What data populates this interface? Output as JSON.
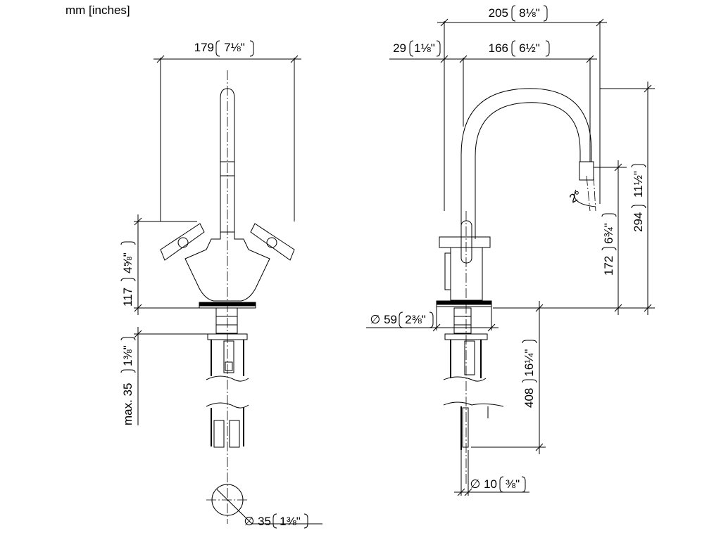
{
  "units_label": "mm [inches]",
  "front_view": {
    "width_dim": {
      "mm": "179",
      "in": "7⅛\""
    },
    "height_dim": {
      "mm": "117",
      "in": "4⅝\""
    },
    "mount_dim": {
      "mm": "max. 35",
      "in": "1⅜\""
    },
    "hole_dim": {
      "mm": "∅ 35",
      "in": "1⅜\""
    }
  },
  "side_view": {
    "overall_width_dim": {
      "mm": "205",
      "in": "8⅛\""
    },
    "offset_dim": {
      "mm": "29",
      "in": "1⅛\""
    },
    "reach_dim": {
      "mm": "166",
      "in": "6½\""
    },
    "height_dim": {
      "mm": "294",
      "in": "11½\""
    },
    "spout_height_dim": {
      "mm": "172",
      "in": "6¾\""
    },
    "angle_label": "2°",
    "base_dia_dim": {
      "mm": "∅ 59",
      "in": "2⅜\""
    },
    "hose_length_dim": {
      "mm": "408",
      "in": "16¼\""
    },
    "hose_dia_dim": {
      "mm": "∅ 10",
      "in": "⅜\""
    }
  }
}
